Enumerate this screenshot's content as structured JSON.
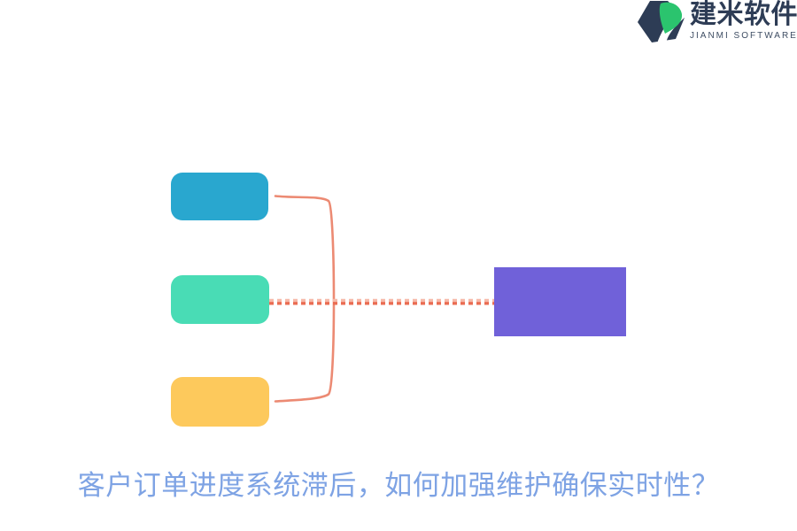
{
  "page": {
    "background": "#ffffff"
  },
  "logo": {
    "name": "建米软件",
    "subtitle": "JIANMI SOFTWARE",
    "name_color": "#2d3c55",
    "subtitle_color": "#3e4d63",
    "icon_navy": "#2d3c55",
    "icon_green": "#2bc46e"
  },
  "diagram": {
    "nodes": [
      {
        "id": "branch-top",
        "color": "#29a7cf",
        "shape": "rounded-rect"
      },
      {
        "id": "branch-middle",
        "color": "#49dcb5",
        "shape": "rounded-rect"
      },
      {
        "id": "branch-bottom",
        "color": "#fdc95c",
        "shape": "rounded-rect"
      },
      {
        "id": "target",
        "color": "#7061d9",
        "shape": "rect"
      }
    ],
    "bracket_color": "#ec8a73",
    "dashed_color_light": "#f6b9a9",
    "dashed_color_dark": "#ea6c52"
  },
  "caption": {
    "text": "客户订单进度系统滞后，如何加强维护确保实时性？",
    "color": "#7ea3e4"
  }
}
